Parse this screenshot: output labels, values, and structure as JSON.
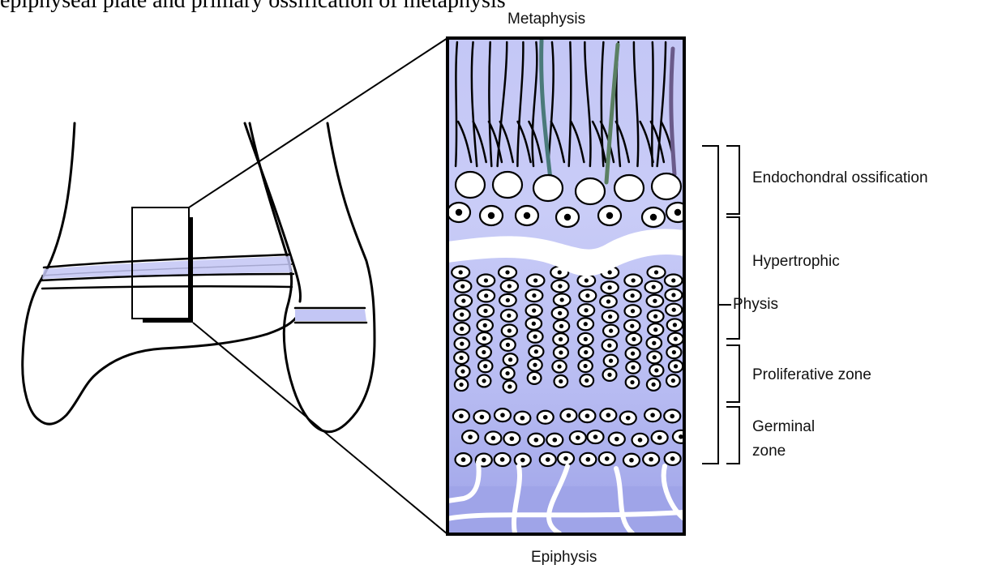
{
  "caption_fragment": "epiphyseal plate and primary ossification of metaphysis",
  "labels": {
    "top": "Metaphysis",
    "bottom": "Epiphysis",
    "endochondral": "Endochondral ossification",
    "hypertrophic": "Hypertrophic",
    "physis": "Physis",
    "proliferative": "Proliferative zone",
    "germinal_1": "Germinal",
    "germinal_2": "zone"
  },
  "colors": {
    "tissue": "#b9bdf2",
    "tissue_light": "#d8dbfa",
    "tissue_dark": "#8e93e0",
    "outline": "#000000",
    "band": "#aab0ee"
  }
}
